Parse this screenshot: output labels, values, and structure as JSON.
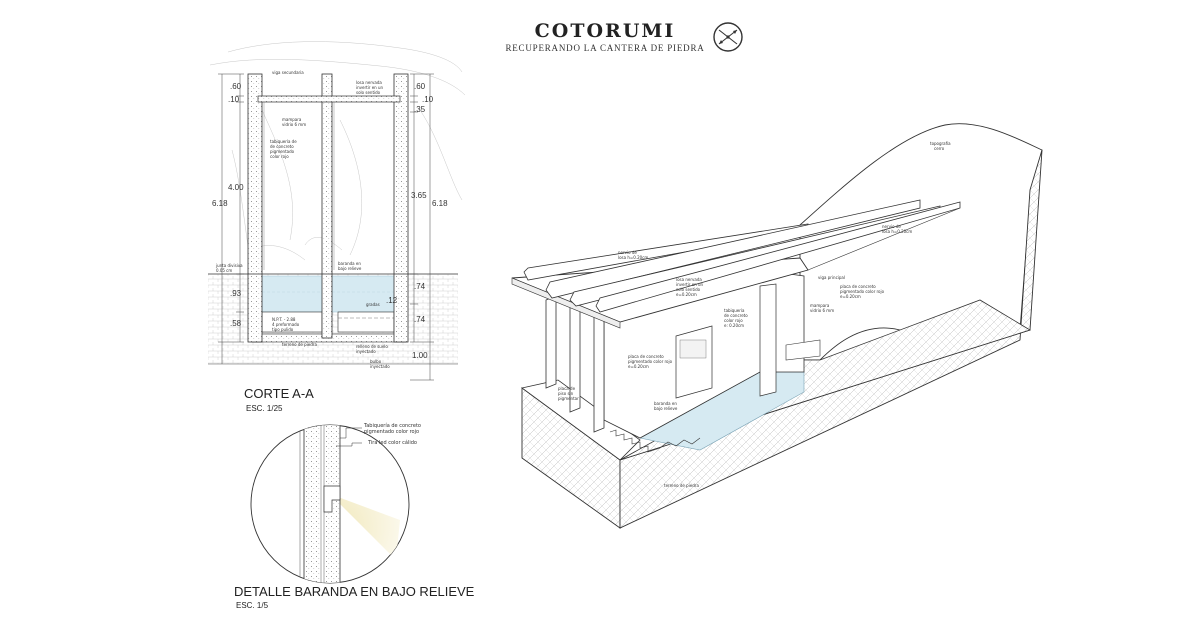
{
  "header": {
    "title": "COTORUMI",
    "subtitle": "RECUPERANDO LA CANTERA DE PIEDRA",
    "logo_icon": "compass-cross-icon"
  },
  "section": {
    "title": "CORTE A-A",
    "scale": "ESC. 1/25",
    "dims_left": {
      "d060": ".60",
      "d010": ".10",
      "d400": "4.00",
      "d618": "6.18",
      "d093": ".93",
      "d058": ".58"
    },
    "dims_right": {
      "d060": ".60",
      "d010": ".10",
      "d035": ".35",
      "d365": "3.65",
      "d618": "6.18",
      "d074a": ".74",
      "d012": ".12",
      "d074b": ".74",
      "d100": "1.00"
    },
    "labels": {
      "viga_secundaria": "viga secundaria",
      "losa_nervada": "losa nervada",
      "losa_nervada_2": "invertir en un",
      "losa_nervada_3": "solo sentido",
      "mampara": "mampara",
      "mampara_2": "vidrio 6 mm",
      "tabiqueria": "tabiquería de",
      "tabiqueria_2": "de concreto",
      "tabiqueria_3": "pigmentado",
      "tabiqueria_4": "color rojo",
      "junta": "junta divisiva",
      "junta_2": "0.05 cm",
      "baranda": "baranda en",
      "baranda_2": "bajo relieve",
      "gradas": "gradas",
      "npt": "N.P.T. - 2.88",
      "npt_2": "4 preformado",
      "npt_3": "tipo pulido",
      "terreno": "terreno de piedra",
      "relleno": "relleno de suelo",
      "relleno_2": "inyectado",
      "bulbo": "bulbo",
      "bulbo_2": "inyectado"
    }
  },
  "detail": {
    "title": "DETALLE BARANDA EN BAJO RELIEVE",
    "scale": "ESC. 1/5",
    "label_1": "Tabiquería de concreto",
    "label_2": "pigmentado color rojo",
    "label_3": "Tira led color cálido"
  },
  "iso": {
    "labels": {
      "topografia": "topografía",
      "topografia_2": "cerro",
      "nervio": "nervio de",
      "nervio_2": "losa h=0.20cm",
      "nervio_b": "nervio de",
      "nervio_b_2": "losa h=0.20cm",
      "losa_nervada": "losa nervada",
      "losa_nervada_2": "invertir en un",
      "losa_nervada_3": "solo sentido",
      "losa_nervada_4": "e=0.20cm",
      "viga_principal": "viga principal",
      "tabiqueria": "tabiquería",
      "tabiqueria_2": "de concreto",
      "tabiqueria_3": "color rojo",
      "tabiqueria_4": "e: 0.20cm",
      "placa_right": "placa de concreto",
      "placa_right_2": "pigmentado color rojo",
      "placa_right_3": "e=0.20cm",
      "mampara": "mampara",
      "mampara_2": "vidrio 6 mm",
      "placa_left": "placa de concreto",
      "placa_left_2": "pigmentado color rojo",
      "placa_left_3": "e=0.20cm",
      "placa_prof": "placa de",
      "placa_prof_2": "piso sin",
      "placa_prof_3": "pigmentar",
      "baranda": "baranda en",
      "baranda_2": "bajo relieve",
      "terreno": "terreno de piedra"
    }
  },
  "colors": {
    "water": "#d6eaf2",
    "ink": "#333333",
    "hatch": "#a8a8a8",
    "led_glow": "#f2eac0"
  }
}
